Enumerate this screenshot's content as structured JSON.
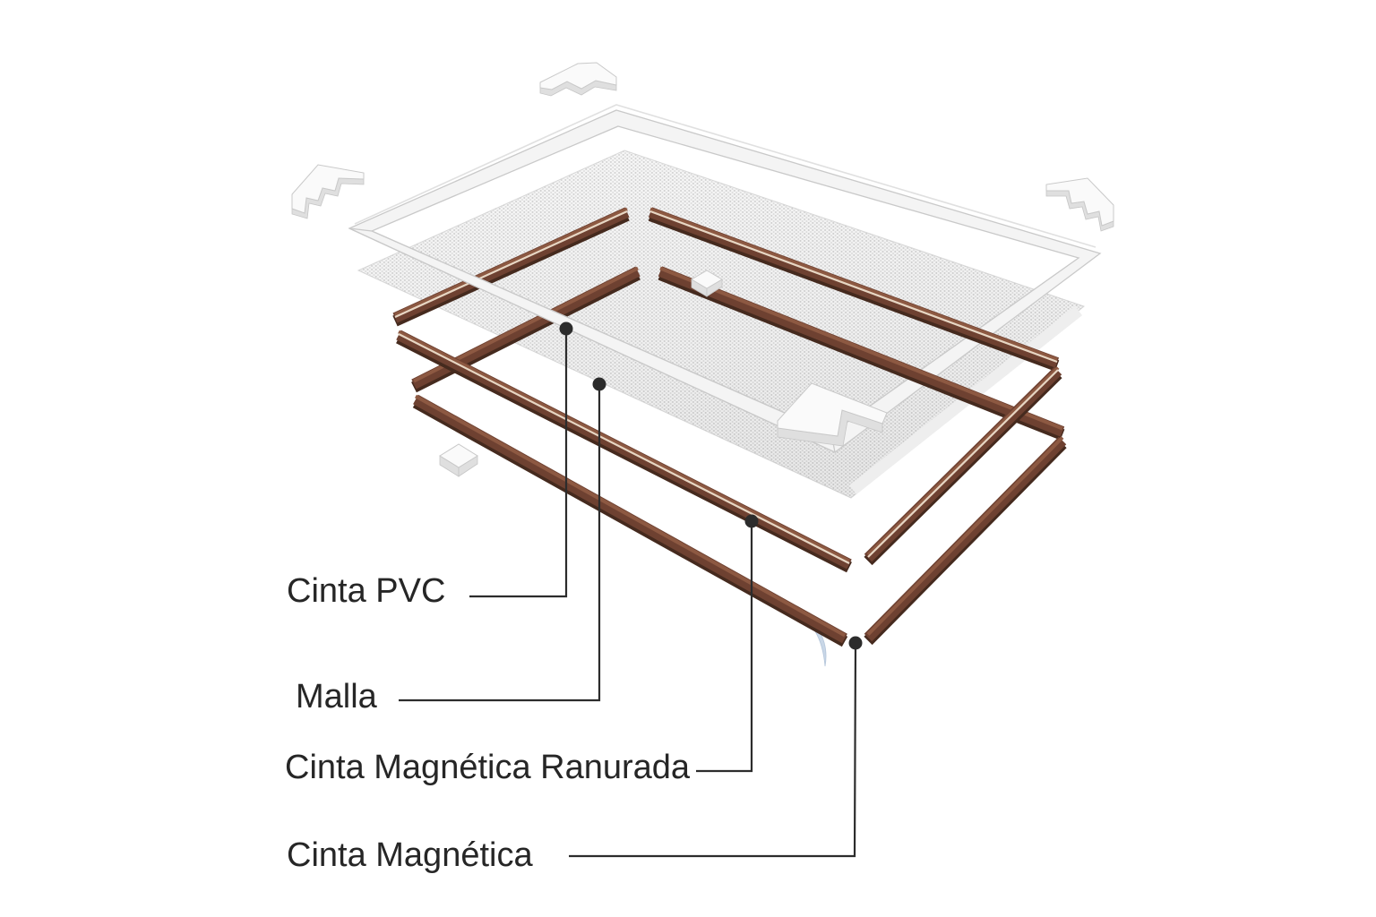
{
  "diagram": {
    "labels": [
      {
        "id": "cinta-pvc",
        "text": "Cinta PVC"
      },
      {
        "id": "malla",
        "text": "Malla"
      },
      {
        "id": "cinta-magnetica-ranurada",
        "text": "Cinta Magnética Ranurada"
      },
      {
        "id": "cinta-magnetica",
        "text": "Cinta Magnética"
      }
    ],
    "colors": {
      "background": "#ffffff",
      "label_text": "#262626",
      "leader_line": "#2c2c2c",
      "pvc_frame": "#f4f4f4",
      "pvc_frame_edge": "#c9c9c9",
      "magnetic_tape": "#6e4131",
      "magnetic_tape_highlight": "#8d5942",
      "magnetic_tape_shadow": "#452a1e",
      "groove": "#e7d6c3",
      "liner_blue": "#c9d7e7"
    }
  }
}
